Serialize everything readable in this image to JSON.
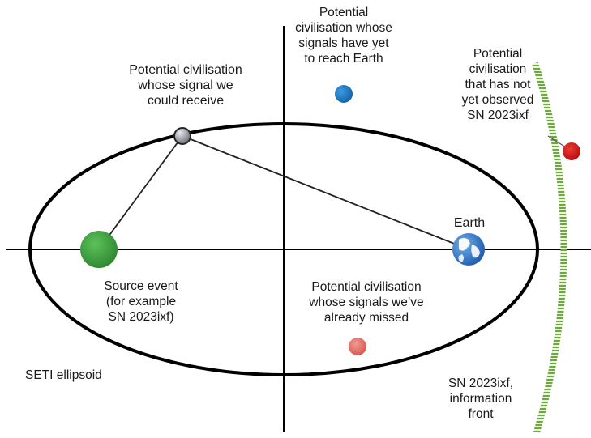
{
  "labels": {
    "top_center": [
      "Potential",
      "civilisation whose",
      "signals have yet",
      "to reach Earth"
    ],
    "receive": {
      "line1": "Potential civilisation",
      "line2_a": "whose signal",
      "line2_b": " we",
      "line3": "could receive"
    },
    "not_observed": [
      "Potential",
      "civilisation",
      "that has not",
      "yet observed",
      "SN 2023ixf"
    ],
    "earth": "Earth",
    "source": [
      "Source event",
      "(for example",
      "SN 2023ixf)"
    ],
    "missed": [
      "Potential civilisation",
      "whose signals we’ve",
      "already missed"
    ],
    "ellipsoid": "SETI ellipsoid",
    "front": [
      "SN 2023ixf,",
      "information",
      "front"
    ]
  },
  "colors": {
    "source": "#3a9a3a",
    "future_civ": "#1f7fc4",
    "missed_civ": "#e06a62",
    "not_observed_civ": "#d01818",
    "receiver": "#8a8a96",
    "earth_ocean": "#2a6fc0",
    "front": "#7fb24a"
  }
}
